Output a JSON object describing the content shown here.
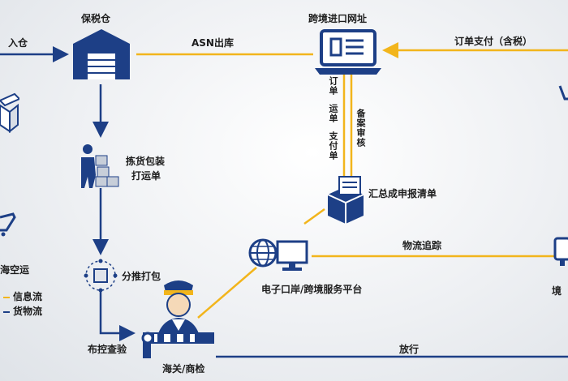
{
  "nodes": {
    "bonded_warehouse": "保税仓",
    "crossborder_site": "跨境进口网址",
    "picking": "拣货包装\n打运单",
    "summary_declaration": "汇总成申报清单",
    "sorting": "分推打包",
    "e_port": "电子口岸/跨境服务平台",
    "customs": "海关/商检",
    "control_inspection": "布控查验",
    "overseas_partial": "境",
    "air_sea_partial": "海空运"
  },
  "edges": {
    "inbound": "入仓",
    "asn_outbound": "ASN出库",
    "order_payment": "订单支付（含税）",
    "order_waybill_payment": [
      "订单",
      "运单",
      "支付单"
    ],
    "filing_review": "备案审核",
    "logistics_tracking": "物流追踪",
    "release": "放行"
  },
  "legend": [
    {
      "label": "信息流",
      "color": "#f2b51c"
    },
    {
      "label": "货物流",
      "color": "#1d3f86"
    }
  ],
  "colors": {
    "info_flow": "#f2b51c",
    "goods_flow": "#1d3f86"
  }
}
